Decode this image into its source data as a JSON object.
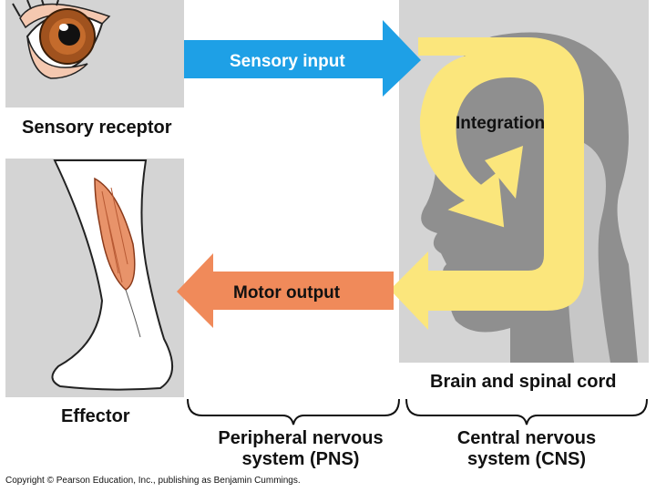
{
  "labels": {
    "sensory_input": "Sensory input",
    "integration": "Integration",
    "motor_output": "Motor output",
    "sensory_receptor": "Sensory receptor",
    "effector": "Effector",
    "brain_spinal_cord": "Brain and spinal cord",
    "pns": "Peripheral nervous system (PNS)",
    "cns": "Central nervous system (CNS)"
  },
  "copyright": "Copyright © Pearson Education, Inc., publishing as Benjamin Cummings.",
  "colors": {
    "sensory_arrow": "#1ea0e6",
    "motor_arrow": "#f08a5a",
    "integration_loop": "#fbe67c",
    "panel": "#d4d4d4",
    "silhouette": "#8f8f8f"
  }
}
